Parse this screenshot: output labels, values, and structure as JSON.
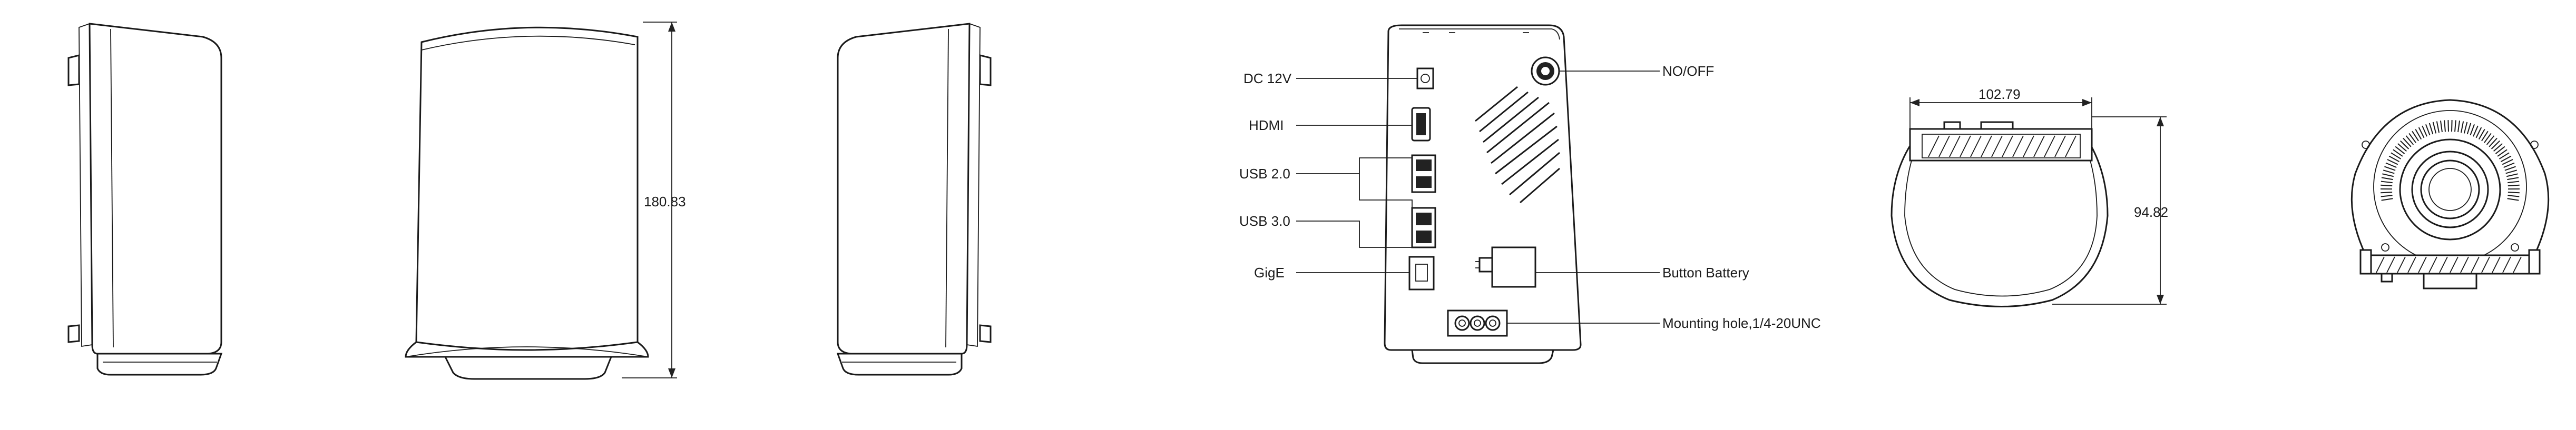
{
  "dimensions": {
    "height": "180.83",
    "width": "102.79",
    "depth": "94.82"
  },
  "callouts": {
    "dc": "DC 12V",
    "hdmi": "HDMI",
    "usb2": "USB 2.0",
    "usb3": "USB 3.0",
    "gige": "GigE",
    "power": "NO/OFF",
    "battery": "Button Battery",
    "mount": "Mounting hole,1/4-20UNC"
  },
  "icons": {
    "dc": "dc-jack-icon",
    "hdmi": "hdmi-port-icon",
    "usb": "usb-port-icon",
    "gige": "ethernet-port-icon",
    "power": "power-button-icon",
    "battery": "coin-battery-icon",
    "mount": "tripod-mount-icon"
  }
}
